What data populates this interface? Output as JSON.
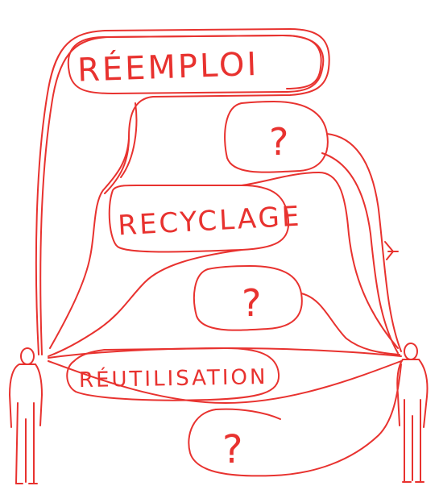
{
  "drawing": {
    "ink_color": "#e8322f",
    "background": "#ffffff",
    "labels": {
      "reemploi": "RÉEMPLOI",
      "recyclage": "RECYCLAGE",
      "reutilisation": "RÉUTILISATION",
      "q1": "?",
      "q2": "?",
      "q3": "?"
    }
  }
}
